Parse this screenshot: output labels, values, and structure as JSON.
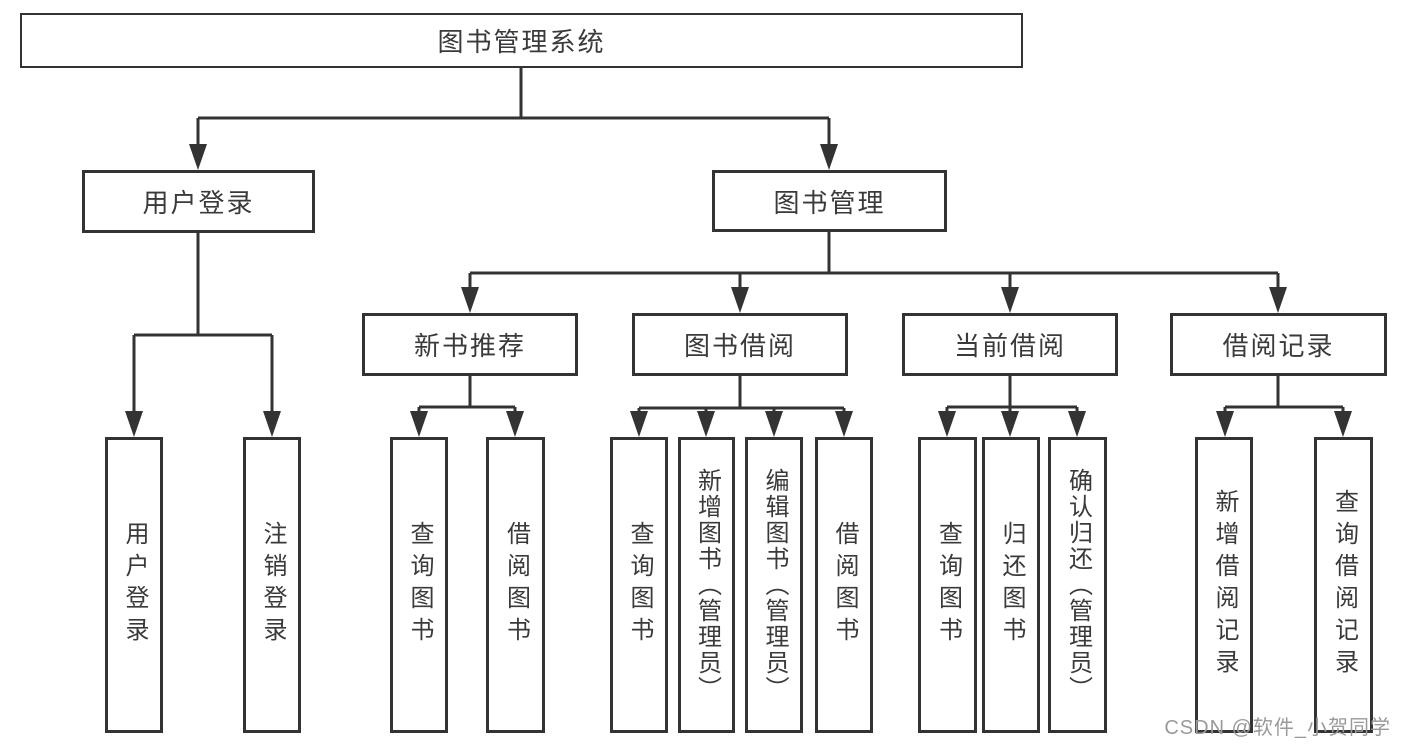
{
  "tree": {
    "label": "图书管理系统",
    "children": [
      {
        "label": "用户登录",
        "children": [
          {
            "label": "用户登录"
          },
          {
            "label": "注销登录"
          }
        ]
      },
      {
        "label": "图书管理",
        "children": [
          {
            "label": "新书推荐",
            "children": [
              {
                "label": "查询图书"
              },
              {
                "label": "借阅图书"
              }
            ]
          },
          {
            "label": "图书借阅",
            "children": [
              {
                "label": "查询图书"
              },
              {
                "label": "新增图书（管理员）"
              },
              {
                "label": "编辑图书（管理员）"
              },
              {
                "label": "借阅图书"
              }
            ]
          },
          {
            "label": "当前借阅",
            "children": [
              {
                "label": "查询图书"
              },
              {
                "label": "归还图书"
              },
              {
                "label": "确认归还（管理员）"
              }
            ]
          },
          {
            "label": "借阅记录",
            "children": [
              {
                "label": "新增借阅记录"
              },
              {
                "label": "查询借阅记录"
              }
            ]
          }
        ]
      }
    ]
  },
  "watermark": "CSDN @软件_小贺同学",
  "colors": {
    "line": "#333333",
    "border": "#333333",
    "text": "#3a3a3c",
    "box_background": "#ffffff",
    "watermark": "#9a9a9a"
  }
}
